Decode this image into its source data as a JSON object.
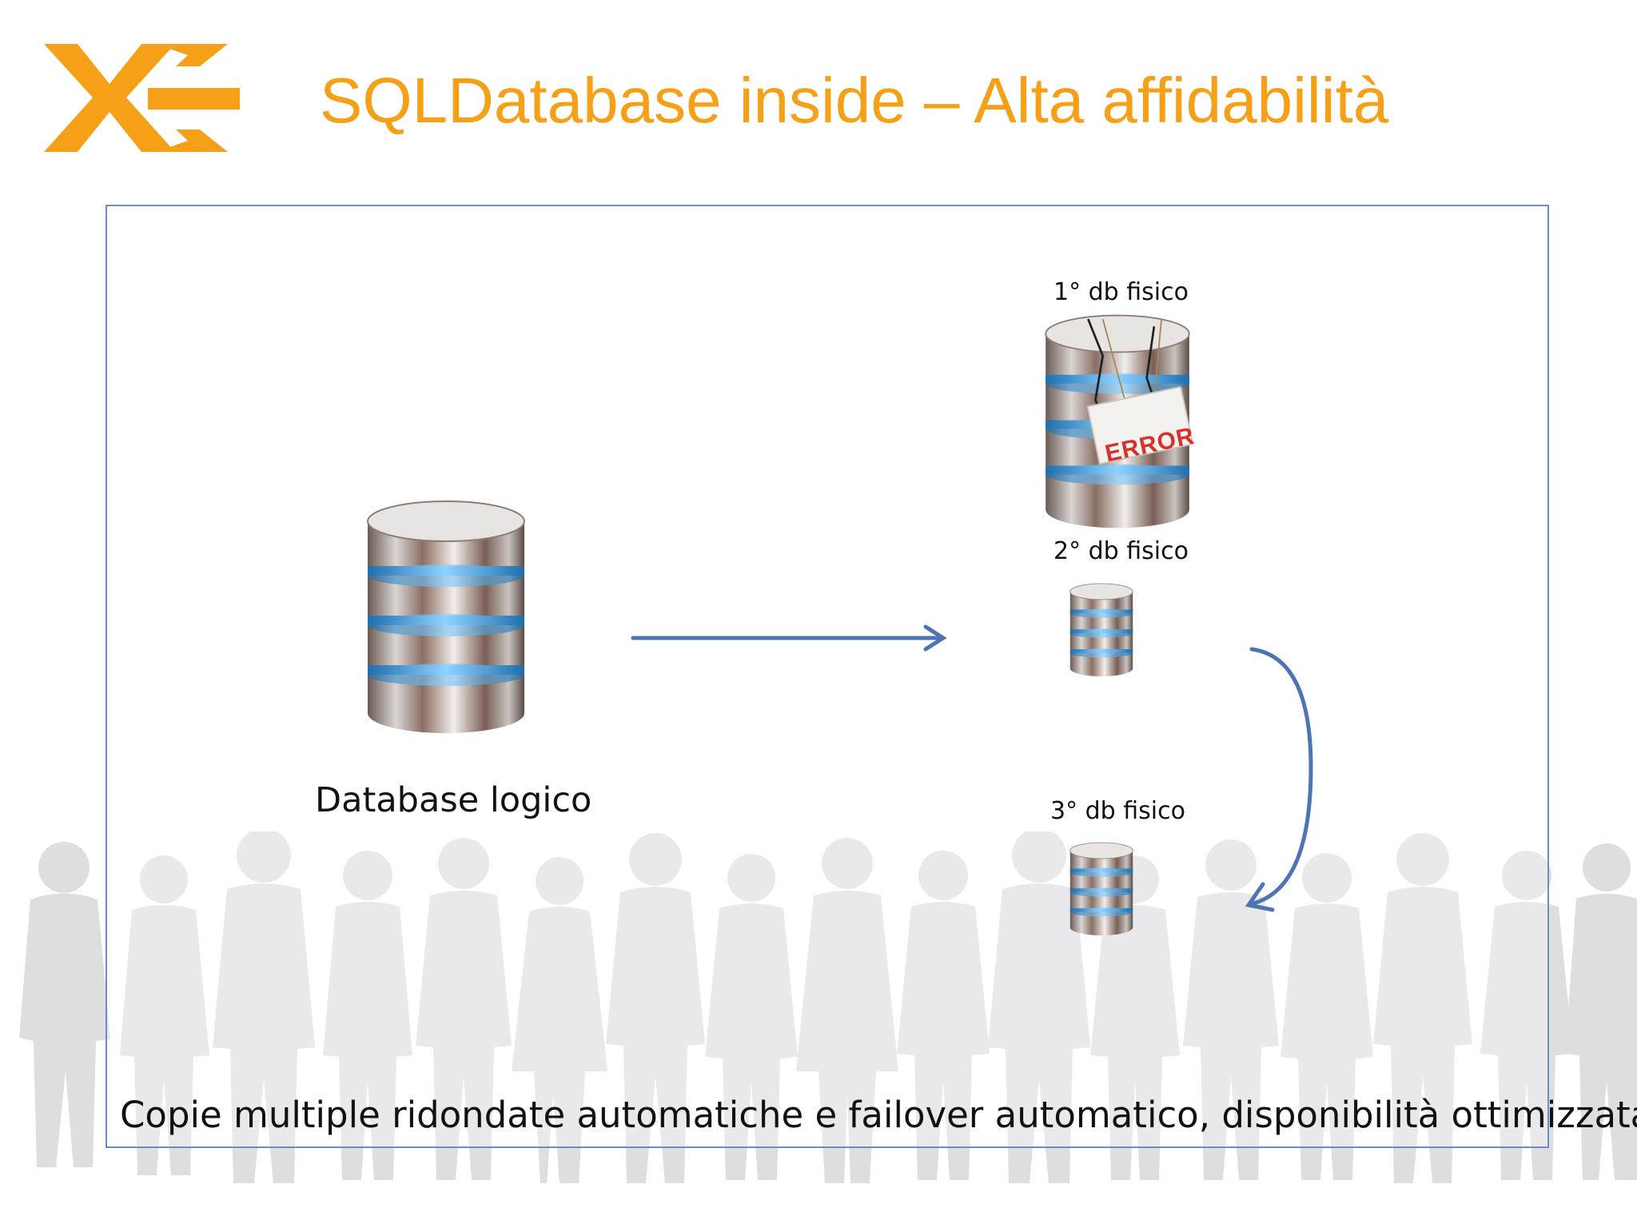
{
  "title": "SQLDatabase inside – Alta affidabilità",
  "logo": {
    "icon": "xe-logo",
    "color": "#F5A016"
  },
  "diagram": {
    "logical_db": {
      "label": "Database logico",
      "icon": "database-icon"
    },
    "physical_dbs": [
      {
        "label": "1° db fisico",
        "icon": "database-error-icon",
        "error_sign": "ERROR"
      },
      {
        "label": "2° db fisico",
        "icon": "database-icon"
      },
      {
        "label": "3° db fisico",
        "icon": "database-icon"
      }
    ],
    "arrow_color": "#4F74B3"
  },
  "caption": "Copie multiple ridondate automatiche e failover automatico, disponibilità ottimizzata",
  "colors": {
    "accent": "#F5A016",
    "frame_border": "#6F8CC0",
    "arrow": "#4F74B3",
    "silhouettes": "#DDDDDF",
    "db_band": "#3FA3E0"
  }
}
